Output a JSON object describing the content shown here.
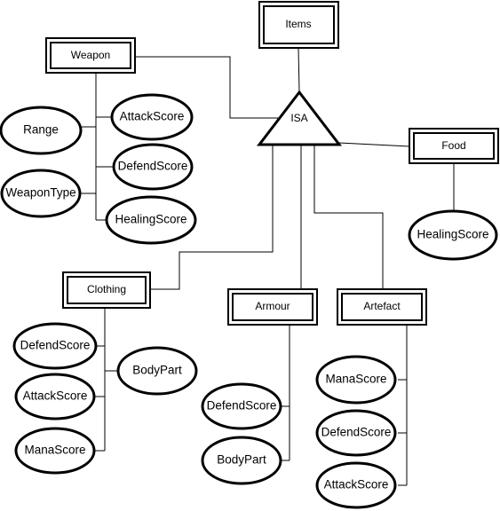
{
  "diagram": {
    "isa_label": "ISA",
    "entities": {
      "items": "Items",
      "weapon": "Weapon",
      "food": "Food",
      "clothing": "Clothing",
      "armour": "Armour",
      "artefact": "Artefact"
    },
    "attributes": {
      "weapon_attack": "AttackScore",
      "weapon_defend": "DefendScore",
      "weapon_healing": "HealingScore",
      "weapon_range": "Range",
      "weapon_type": "WeaponType",
      "food_healing": "HealingScore",
      "clothing_defend": "DefendScore",
      "clothing_attack": "AttackScore",
      "clothing_mana": "ManaScore",
      "clothing_bodypart": "BodyPart",
      "armour_defend": "DefendScore",
      "armour_bodypart": "BodyPart",
      "artefact_mana": "ManaScore",
      "artefact_defend": "DefendScore",
      "artefact_attack": "AttackScore"
    }
  }
}
